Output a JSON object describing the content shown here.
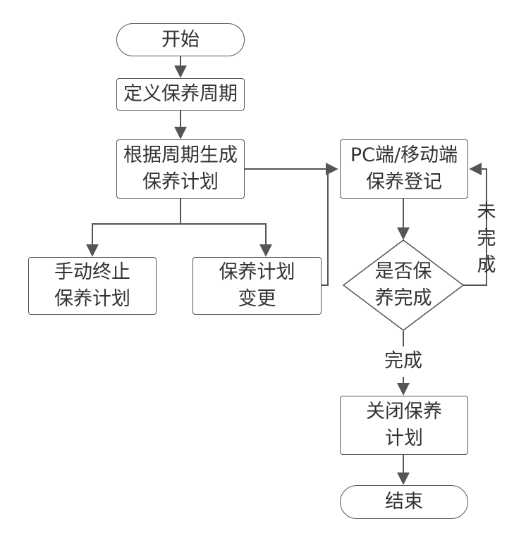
{
  "nodes": {
    "start": "开始",
    "define_cycle": "定义保养周期",
    "generate_plan": [
      "根据周期生成",
      "保养计划"
    ],
    "manual_stop": [
      "手动终止",
      "保养计划"
    ],
    "plan_change": [
      "保养计划",
      "变更"
    ],
    "register": [
      "PC端/移动端",
      "保养登记"
    ],
    "decision": [
      "是否保",
      "养完成"
    ],
    "close_plan": [
      "关闭保养",
      "计划"
    ],
    "end": "结束"
  },
  "edges": {
    "incomplete": [
      "未",
      "完",
      "成"
    ],
    "complete": "完成"
  }
}
